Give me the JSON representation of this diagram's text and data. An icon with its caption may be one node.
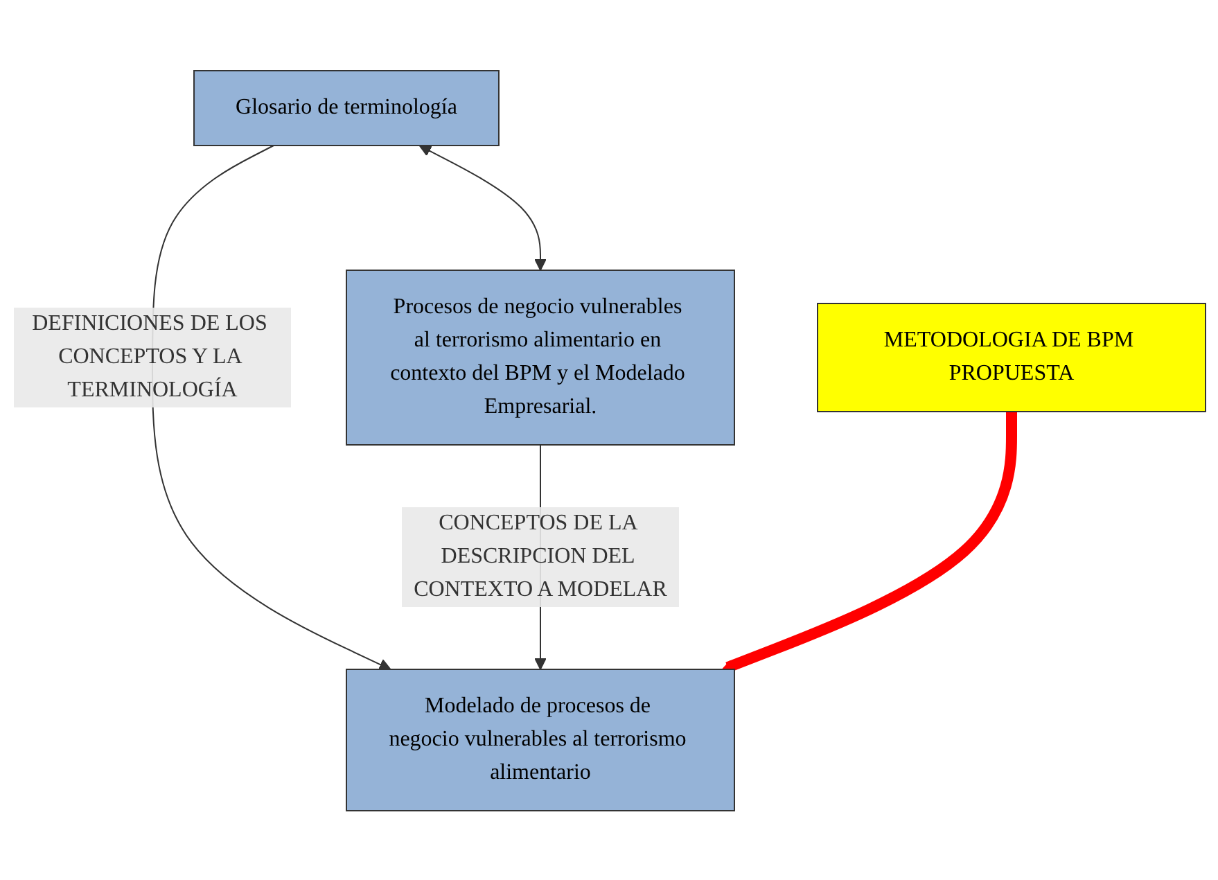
{
  "diagram": {
    "nodes": [
      {
        "text": [
          "Glosario de terminología"
        ]
      },
      {
        "text": [
          "Procesos de negocio vulnerables al terrorismo alimentario en contexto del BPM y el Modelado Empresarial."
        ]
      },
      {
        "text": [
          "Modelado de procesos de negocio vulnerables al terrorismo alimentario"
        ]
      },
      {
        "text": [
          "METODOLOGIA DE BPM PROPUESTA"
        ]
      }
    ],
    "edges": [
      {
        "from": 0,
        "to": 1,
        "arrow": "both"
      },
      {
        "from": 0,
        "to": 2,
        "arrow": "to",
        "label": "DEFINICIONES DE LOS CONCEPTOS Y LA TERMINOLOGÍA"
      },
      {
        "from": 1,
        "to": 2,
        "arrow": "to",
        "label": "CONCEPTOS DE LA DESCRIPCION DEL CONTEXTO A MODELAR"
      },
      {
        "from": 3,
        "to": 2,
        "arrow": "to",
        "style": "thick",
        "color": "#ff0000"
      }
    ]
  }
}
